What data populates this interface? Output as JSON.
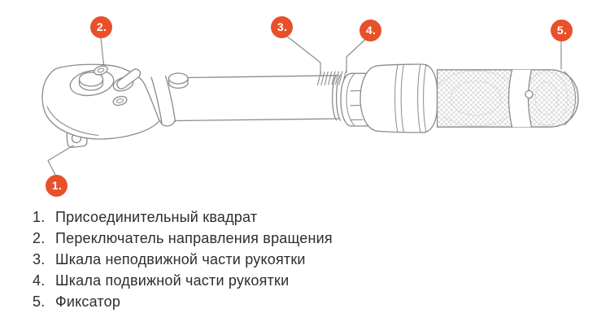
{
  "colors": {
    "accent": "#e8502a",
    "line": "#8b8b8b",
    "ink": "#2d2d2d",
    "paper": "#ffffff",
    "hatch": "#c4c4c4",
    "swirl": "#dcdcdc"
  },
  "diagram": {
    "callouts": [
      {
        "label": "1."
      },
      {
        "label": "2."
      },
      {
        "label": "3."
      },
      {
        "label": "4."
      },
      {
        "label": "5."
      }
    ]
  },
  "legend": {
    "items": [
      {
        "number": "1.",
        "text": "Присоединительный квадрат"
      },
      {
        "number": "2.",
        "text": "Переключатель направления вращения"
      },
      {
        "number": "3.",
        "text": "Шкала неподвижной части рукоятки"
      },
      {
        "number": "4.",
        "text": "Шкала подвижной части рукоятки"
      },
      {
        "number": "5.",
        "text": "Фиксатор"
      }
    ]
  }
}
